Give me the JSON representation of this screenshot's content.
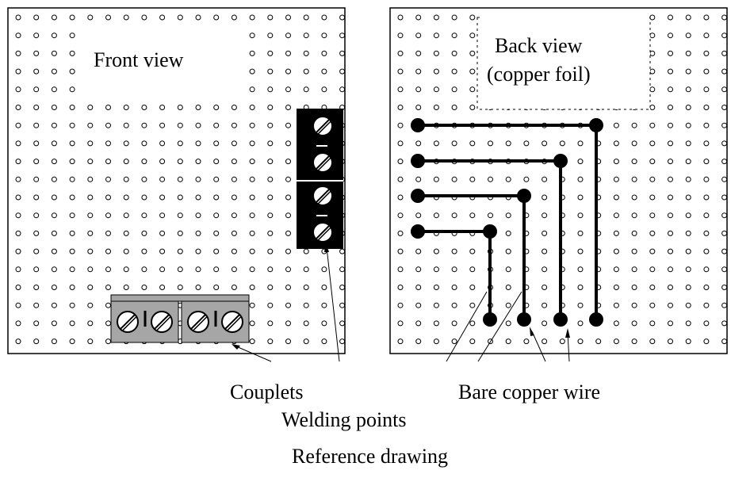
{
  "front_panel": {
    "label": "Front view"
  },
  "back_panel": {
    "label_line1": "Back view",
    "label_line2": "(copper foil)"
  },
  "callouts": {
    "couplets": "Couplets",
    "bare_copper_wire": "Bare copper wire",
    "welding_points": "Welding points"
  },
  "caption": "Reference drawing",
  "colors": {
    "board_outline": "#000000",
    "hole": "#000000",
    "terminal_block_black": "#000000",
    "terminal_block_gray": "#a6a6a6",
    "screw_fill": "#ffffff",
    "solder_point": "#000000",
    "wire": "#000000"
  }
}
